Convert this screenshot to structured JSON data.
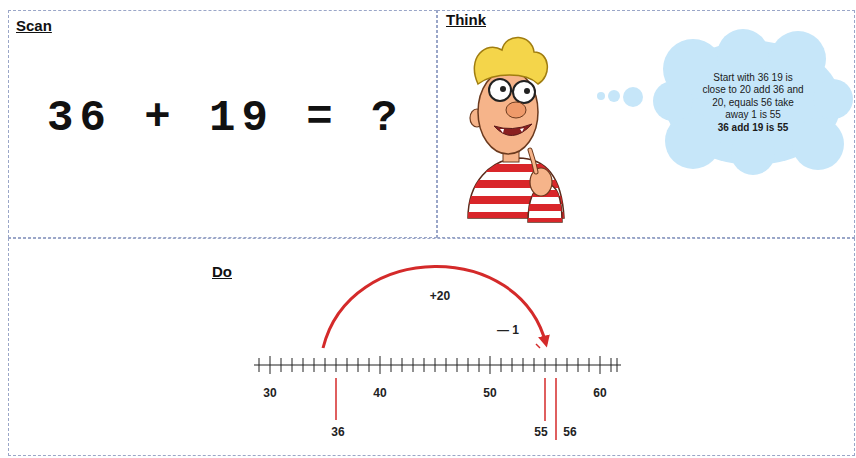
{
  "diagram": {
    "nodes": [
      {
        "text": [
          "Scan",
          "36 + 19 = ?"
        ]
      },
      {
        "text": [
          "Think"
        ]
      },
      {
        "text": [
          "Start with 36 19 is close to 20 add 36 and 20, equals 56 take away 1 is 55",
          "36 add 19 is 55"
        ],
        "in": 1
      },
      {
        "text": [
          "Do"
        ]
      }
    ],
    "labels": [
      "+20",
      "— 1",
      "30",
      "40",
      "50",
      "60",
      "36",
      "55",
      "56"
    ]
  }
}
